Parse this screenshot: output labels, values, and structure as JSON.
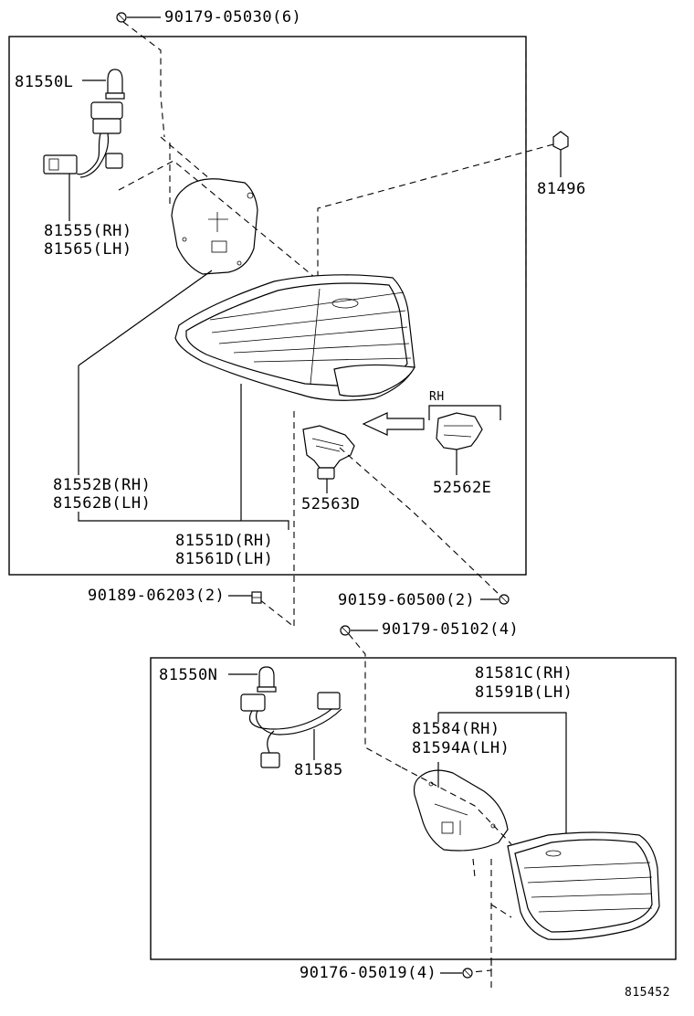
{
  "labels": {
    "l_90179_05030": "90179-05030(6)",
    "l_81550L": "81550L",
    "l_81496": "81496",
    "l_81555": "81555(RH)",
    "l_81565": "81565(LH)",
    "l_RH": "RH",
    "l_81552B": "81552B(RH)",
    "l_81562B": "81562B(LH)",
    "l_52562E": "52562E",
    "l_52563D": "52563D",
    "l_81551D": "81551D(RH)",
    "l_81561D": "81561D(LH)",
    "l_90189_06203": "90189-06203(2)",
    "l_90159_60500": "90159-60500(2)",
    "l_90179_05102": "90179-05102(4)",
    "l_81550N": "81550N",
    "l_81581C": "81581C(RH)",
    "l_81591B": "81591B(LH)",
    "l_81584": "81584(RH)",
    "l_81594A": "81594A(LH)",
    "l_81585": "81585",
    "l_90176_05019": "90176-05019(4)",
    "l_ref": "815452"
  }
}
